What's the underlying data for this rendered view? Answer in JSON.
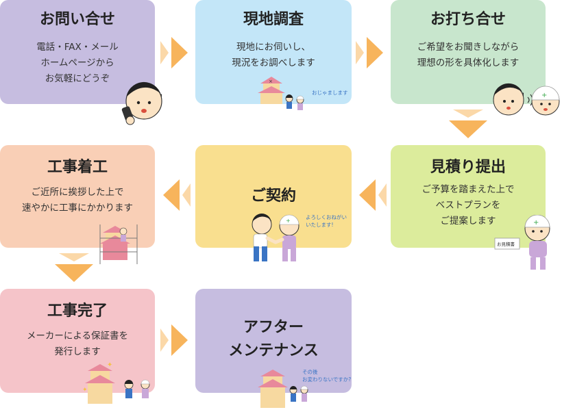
{
  "steps": [
    {
      "title": "お問い合せ",
      "desc": [
        "電話・FAX・メール",
        "ホームページから",
        "お気軽にどうぞ"
      ],
      "color": "#c6bde0"
    },
    {
      "title": "現地調査",
      "desc": [
        "現地にお伺いし、",
        "現況をお調べします"
      ],
      "color": "#c3e6f8",
      "note": [
        "おじゃまします"
      ]
    },
    {
      "title": "お打ち合せ",
      "desc": [
        "ご希望をお聞きしながら",
        "理想の形を具体化します"
      ],
      "color": "#c8e6cd"
    },
    {
      "title": "見積り提出",
      "desc": [
        "ご予算を踏まえた上で",
        "ベストプランを",
        "ご提案します"
      ],
      "color": "#dcec9c",
      "note": [
        "お見積書"
      ]
    },
    {
      "title": "ご契約",
      "desc": [],
      "color": "#f9df8f",
      "note": [
        "よろしくおねがい",
        "いたします!"
      ]
    },
    {
      "title": "工事着工",
      "desc": [
        "ご近所に挨拶した上で",
        "速やかに工事にかかります"
      ],
      "color": "#f9cfb6"
    },
    {
      "title": "工事完了",
      "desc": [
        "メーカーによる保証書を",
        "発行します"
      ],
      "color": "#f5c4c9"
    },
    {
      "title_lines": [
        "アフター",
        "メンテナンス"
      ],
      "desc": [],
      "color": "#c6bde0",
      "note": [
        "その後",
        "お変わりないですか?"
      ]
    }
  ],
  "colors": {
    "arrow_main": "#f7b45c",
    "arrow_light": "#fbd8a8"
  }
}
